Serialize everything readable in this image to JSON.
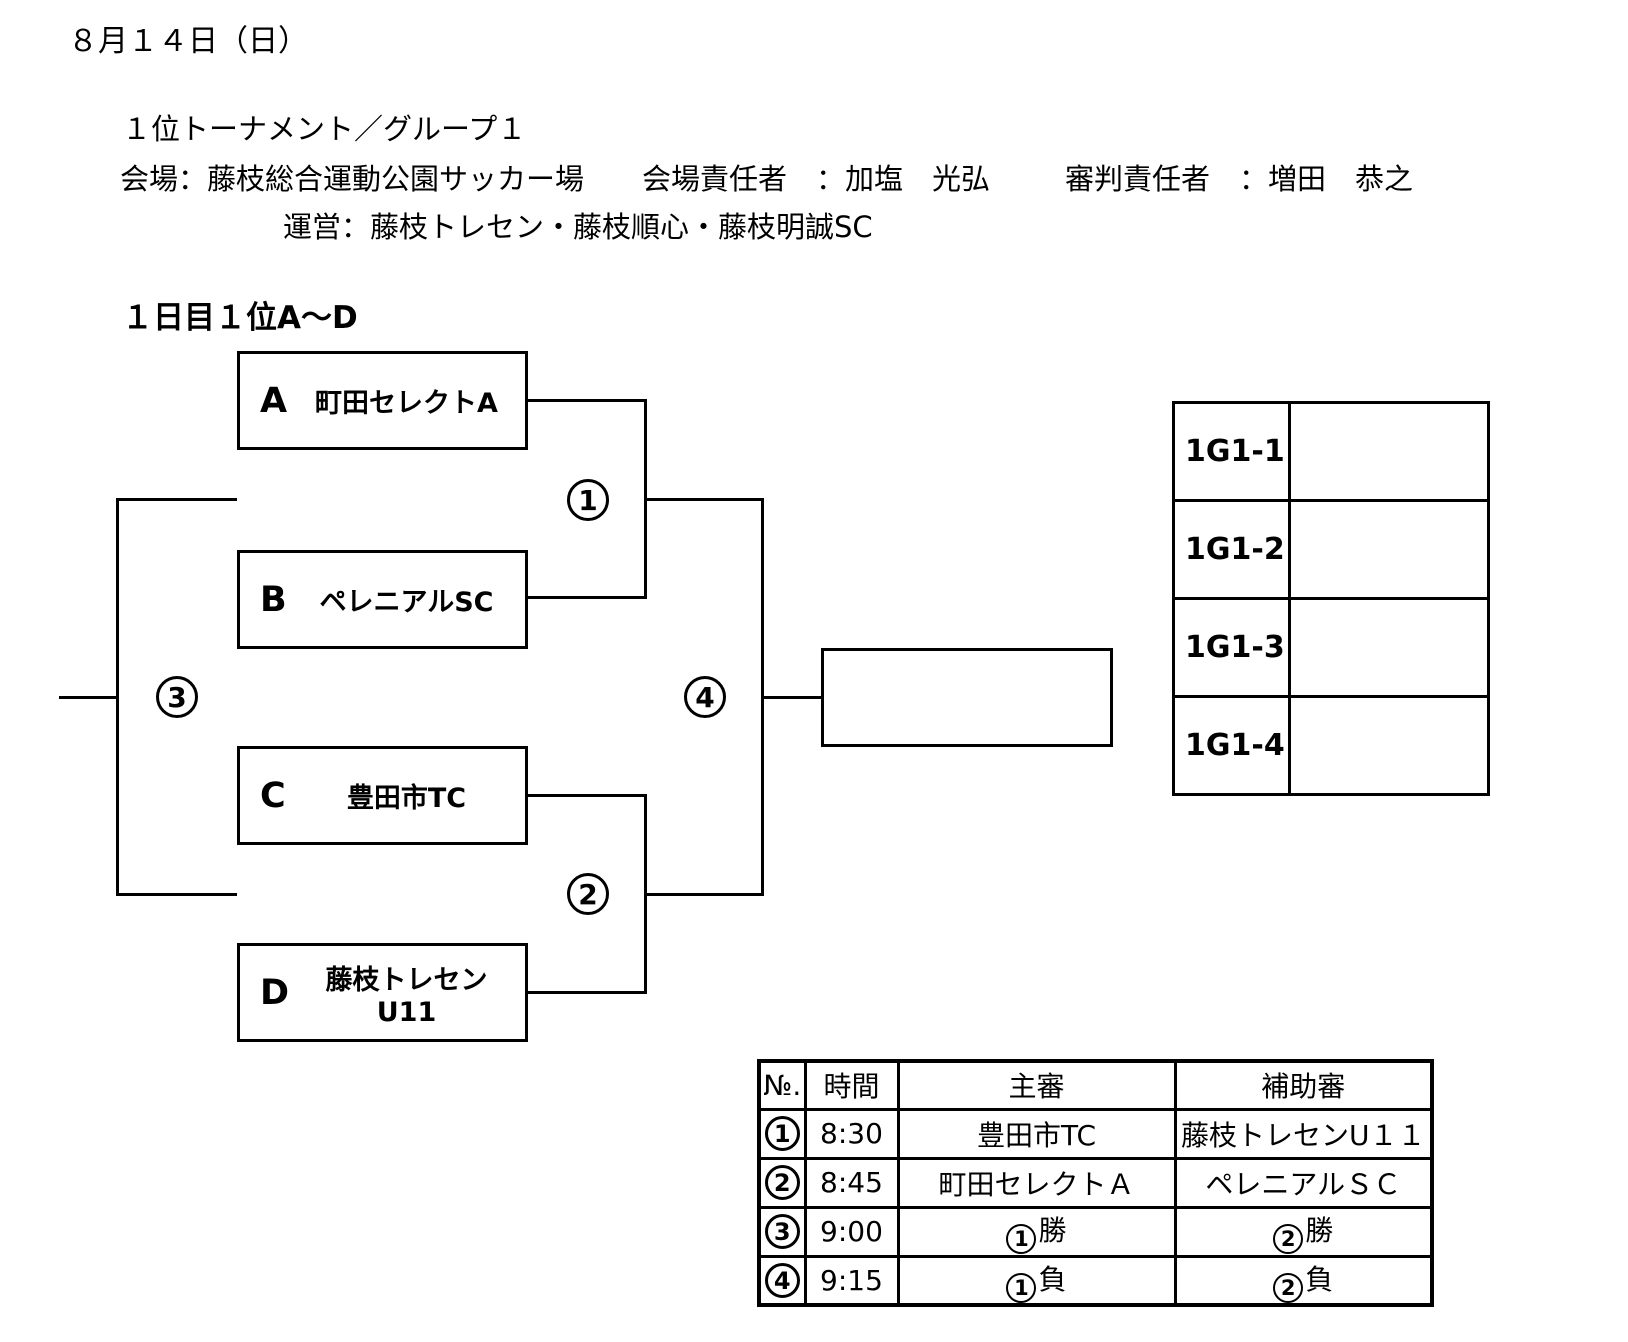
{
  "colors": {
    "ink": "#000000",
    "background": "#ffffff"
  },
  "header": {
    "date": "８月１４日（日）",
    "title": "１位トーナメント／グループ１",
    "venue": "会場：藤枝総合運動公園サッカー場",
    "venue_manager": "会場責任者　：加塩　光弘",
    "referee_manager": "審判責任者　：増田　恭之",
    "operation": "運営：藤枝トレセン・藤枝順心・藤枝明誠SC"
  },
  "bracket": {
    "heading": "１日目１位A～D",
    "teams": [
      {
        "seed": "A",
        "name": "町田セレクトA"
      },
      {
        "seed": "B",
        "name": "ペレニアルSC"
      },
      {
        "seed": "C",
        "name": "豊田市TC"
      },
      {
        "seed": "D",
        "name": "藤枝トレセンU11"
      }
    ],
    "matches": [
      {
        "number": "1"
      },
      {
        "number": "2"
      },
      {
        "number": "3"
      },
      {
        "number": "4"
      }
    ],
    "final_winner": ""
  },
  "results_table": {
    "rows": [
      {
        "label": "1G1-1",
        "result": ""
      },
      {
        "label": "1G1-2",
        "result": ""
      },
      {
        "label": "1G1-3",
        "result": ""
      },
      {
        "label": "1G1-4",
        "result": ""
      }
    ]
  },
  "schedule_table": {
    "headers": {
      "no": "№.",
      "time": "時間",
      "referee": "主審",
      "assistant": "補助審"
    },
    "rows": [
      {
        "no": "1",
        "time": "8:30",
        "referee": "豊田市TC",
        "assistant": "藤枝トレセンU１１"
      },
      {
        "no": "2",
        "time": "8:45",
        "referee": "町田セレクトＡ",
        "assistant": "ペレニアルＳＣ"
      },
      {
        "no": "3",
        "time": "9:00",
        "referee_circled": "1",
        "referee": "勝",
        "assistant_circled": "2",
        "assistant": "勝"
      },
      {
        "no": "4",
        "time": "9:15",
        "referee_circled": "1",
        "referee": "負",
        "assistant_circled": "2",
        "assistant": "負"
      }
    ]
  }
}
